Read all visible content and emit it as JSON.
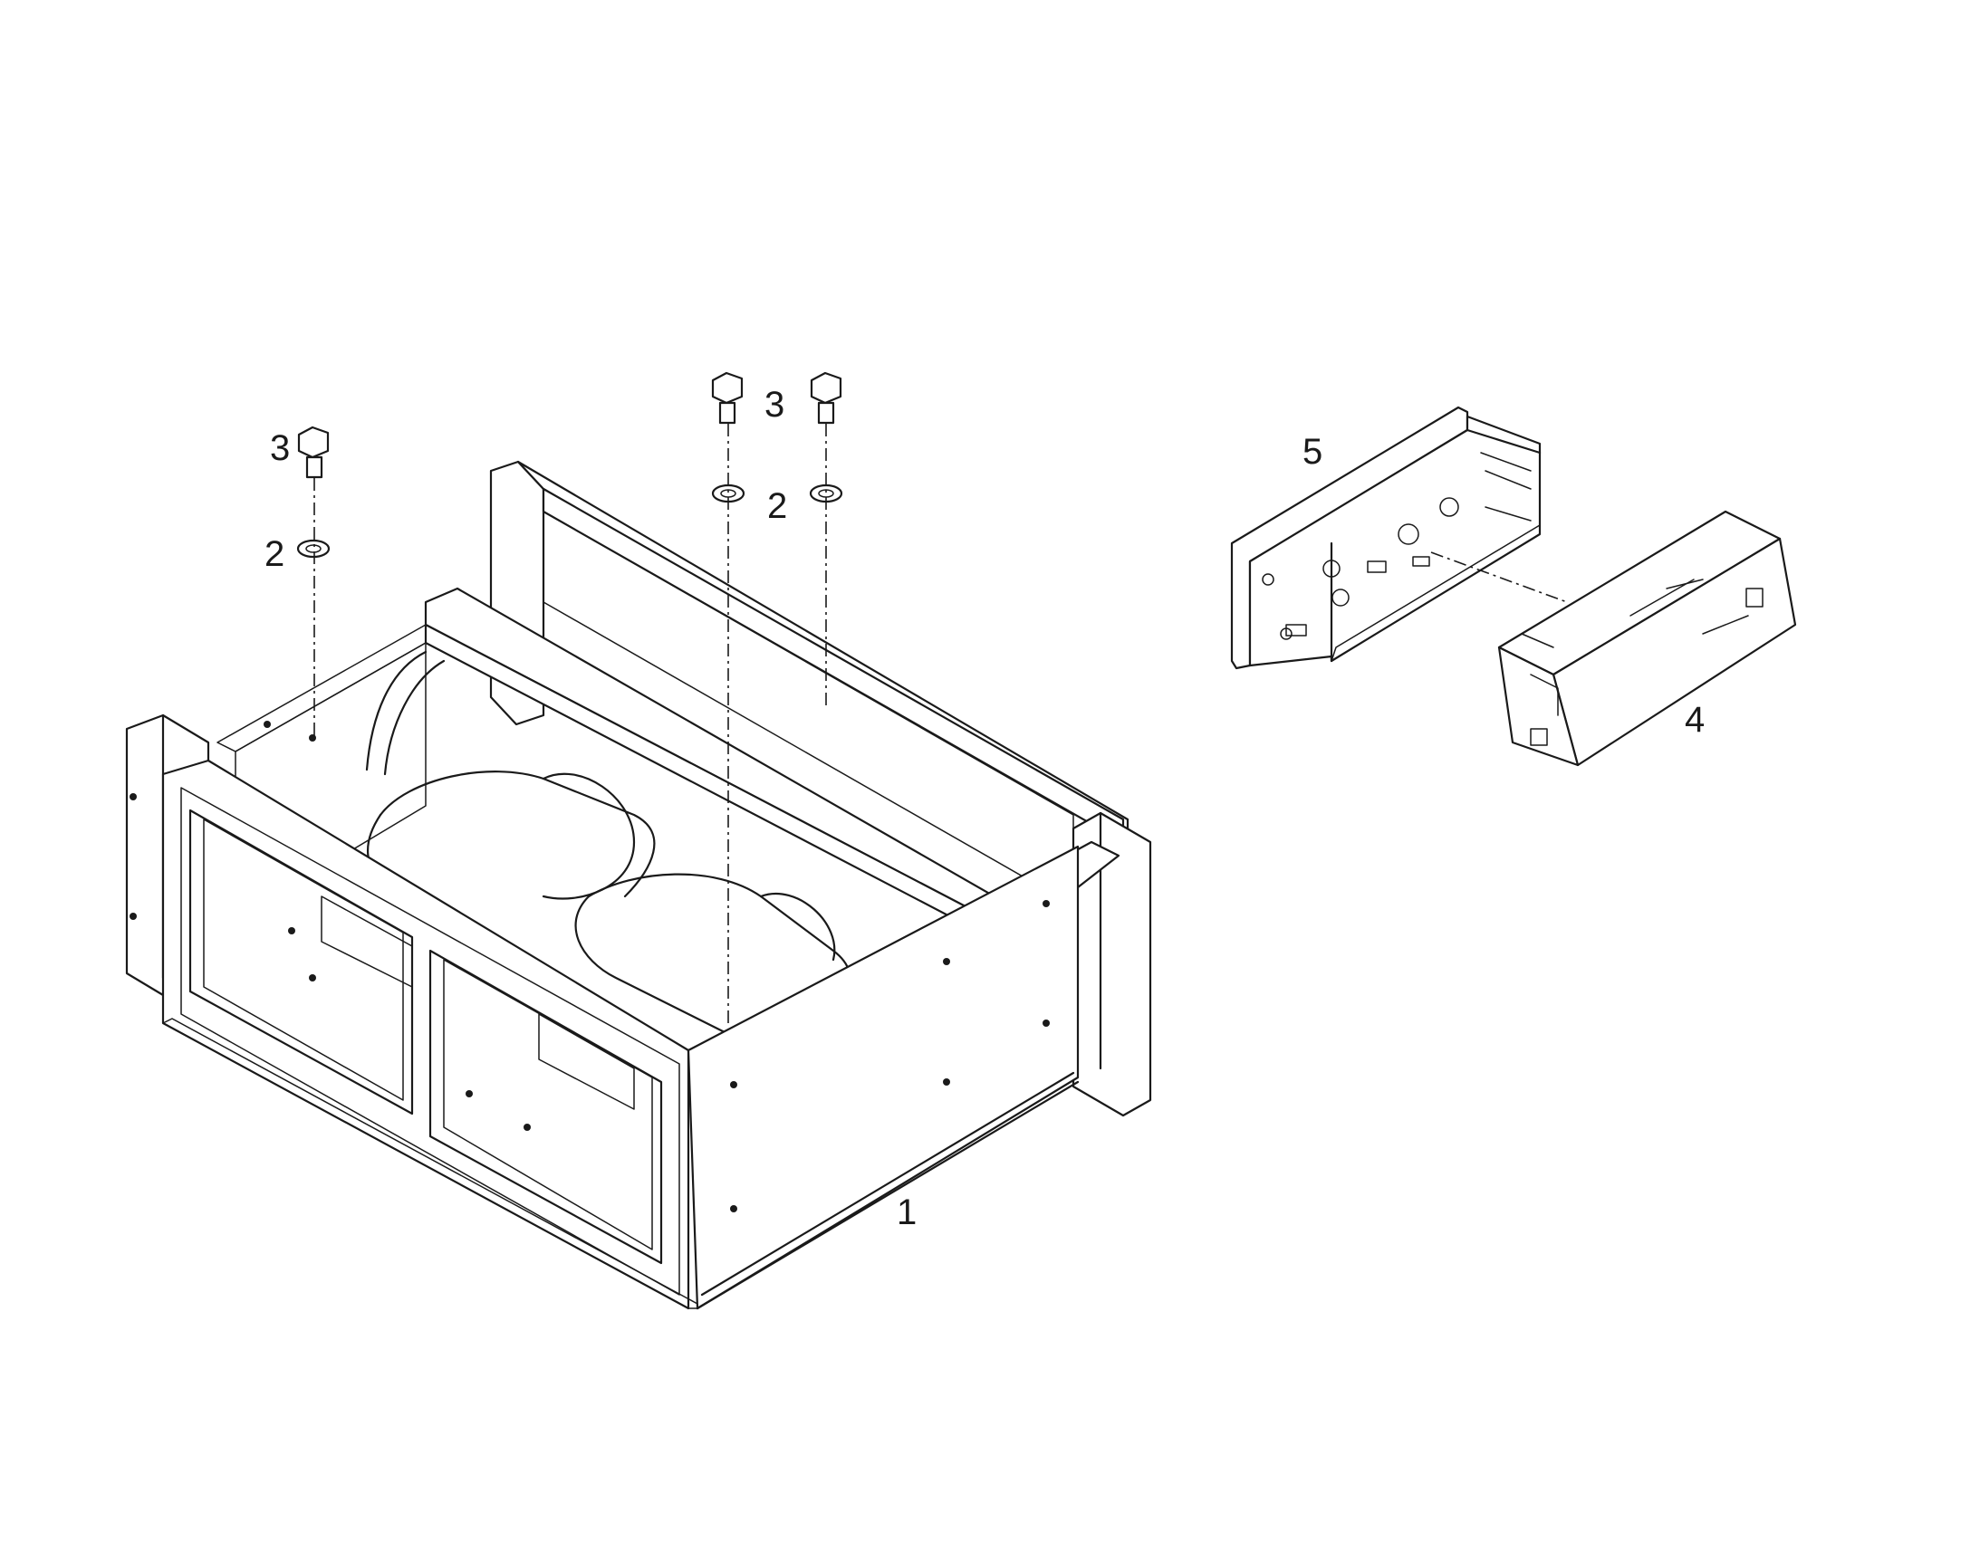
{
  "callouts": {
    "housing": "1",
    "washer_left": "2",
    "washer_mid": "2",
    "bolt_left": "3",
    "bolt_mid": "3",
    "cover": "4",
    "control_board": "5"
  }
}
